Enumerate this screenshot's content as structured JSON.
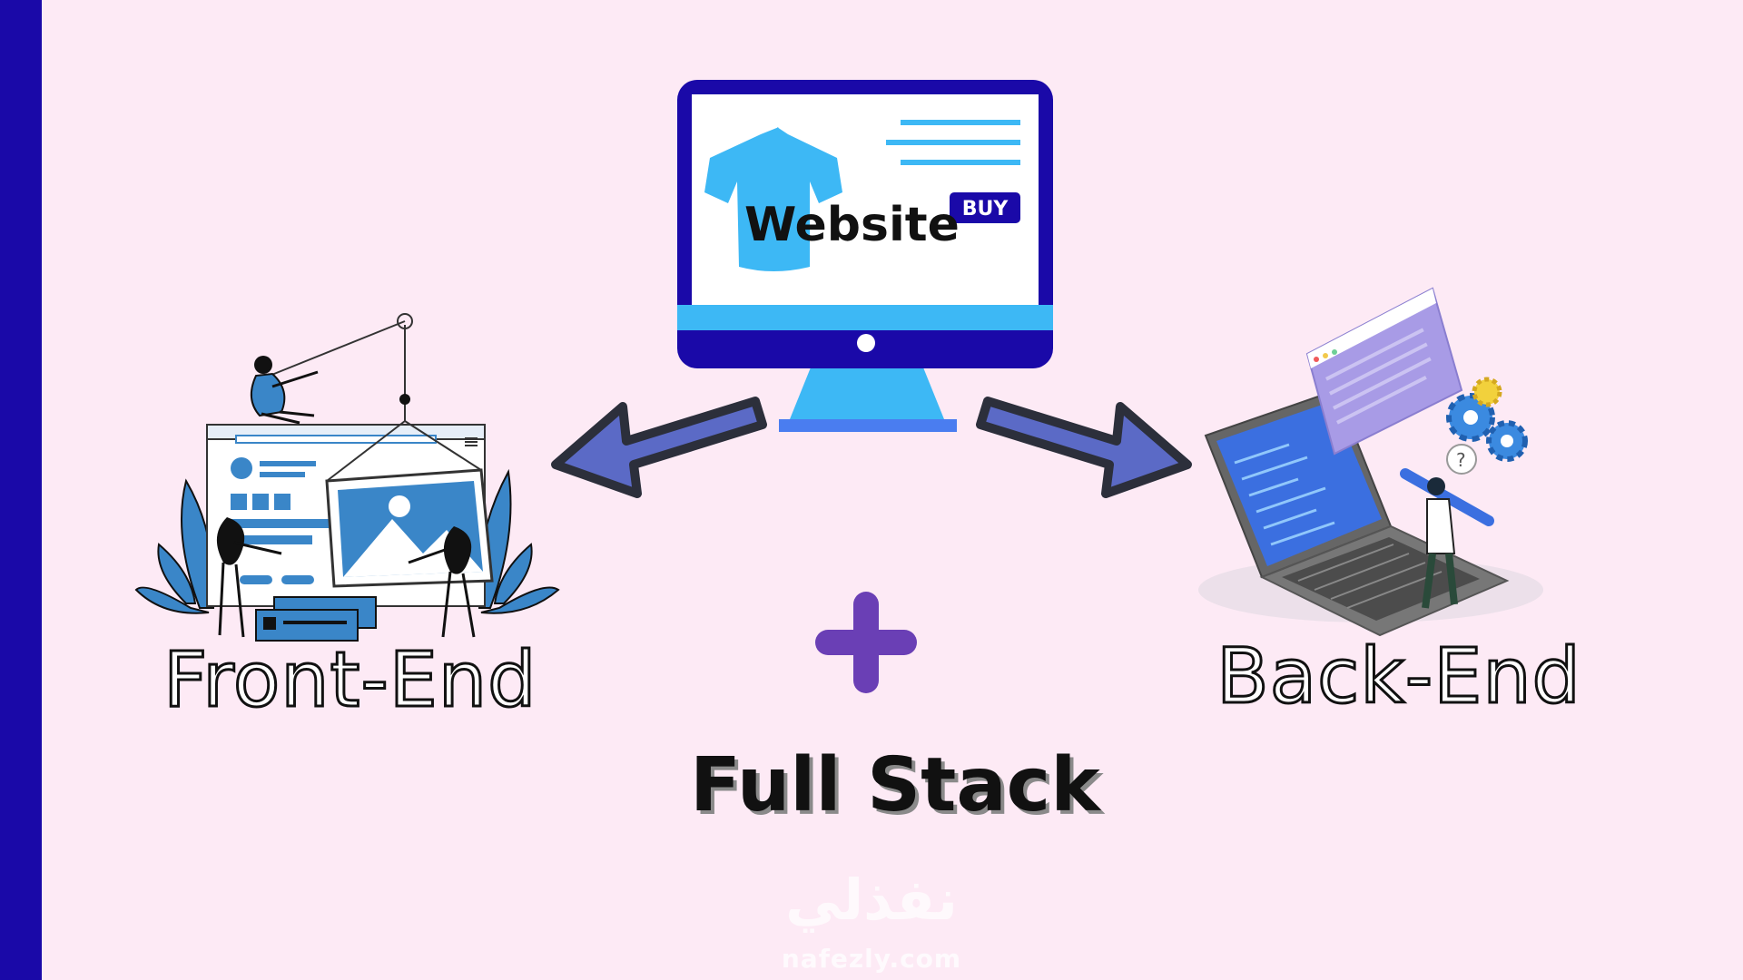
{
  "screen": {
    "website_label": "Website",
    "buy_label": "BUY"
  },
  "labels": {
    "front_end": "Front-End",
    "back_end": "Back-End",
    "full_stack": "Full Stack"
  },
  "watermark": {
    "arabic": "نفذلي",
    "url": "nafezly.com"
  },
  "colors": {
    "navy": "#1a09a8",
    "sky_blue": "#3db8f5",
    "arrow_fill": "#5b6ac6",
    "plus_purple": "#6a3fb5",
    "background": "#fdeaf5"
  },
  "icons": [
    "monitor-icon",
    "tshirt-icon",
    "frontend-illustration",
    "backend-illustration",
    "plus-icon",
    "arrow-left-icon",
    "arrow-right-icon"
  ]
}
